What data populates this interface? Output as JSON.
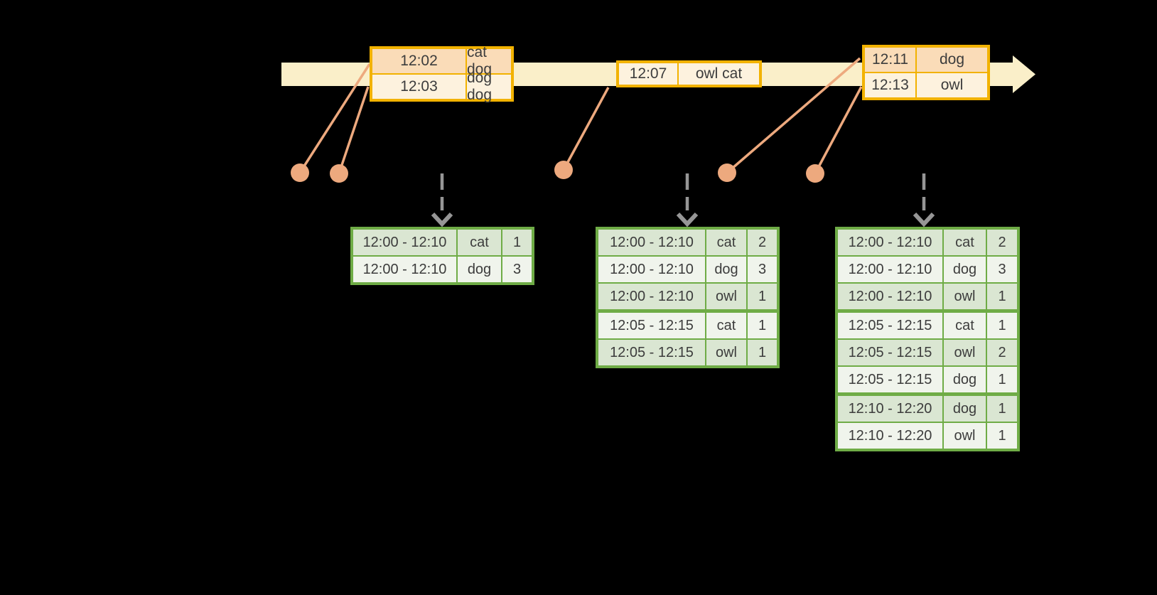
{
  "diagram": {
    "kind": "streaming-windowed-grouped-aggregation",
    "colors": {
      "background": "#000000",
      "timeline_fill": "#faefc9",
      "stream_border": "#f2b200",
      "stream_row_dark": "#fadcb8",
      "stream_row_light": "#fdf2de",
      "connector_salmon": "#eda97e",
      "trigger_gray": "#969696",
      "result_border": "#6fac46",
      "result_row_dark": "#dae6d2",
      "result_row_light": "#f0f4ec",
      "text": "#3c3c3c"
    }
  },
  "stream_tables": [
    {
      "rows": [
        {
          "time": "12:02",
          "data": "cat dog"
        },
        {
          "time": "12:03",
          "data": "dog dog"
        }
      ]
    },
    {
      "rows": [
        {
          "time": "12:07",
          "data": "owl cat"
        }
      ]
    },
    {
      "rows": [
        {
          "time": "12:11",
          "data": "dog"
        },
        {
          "time": "12:13",
          "data": "owl"
        }
      ]
    }
  ],
  "result_tables": [
    {
      "rows": [
        {
          "window": "12:00 - 12:10",
          "word": "cat",
          "count": "1"
        },
        {
          "window": "12:00 - 12:10",
          "word": "dog",
          "count": "3"
        }
      ]
    },
    {
      "rows": [
        {
          "window": "12:00 - 12:10",
          "word": "cat",
          "count": "2"
        },
        {
          "window": "12:00 - 12:10",
          "word": "dog",
          "count": "3"
        },
        {
          "window": "12:00 - 12:10",
          "word": "owl",
          "count": "1"
        },
        {
          "window": "12:05 - 12:15",
          "word": "cat",
          "count": "1"
        },
        {
          "window": "12:05 - 12:15",
          "word": "owl",
          "count": "1"
        }
      ]
    },
    {
      "rows": [
        {
          "window": "12:00 - 12:10",
          "word": "cat",
          "count": "2"
        },
        {
          "window": "12:00 - 12:10",
          "word": "dog",
          "count": "3"
        },
        {
          "window": "12:00 - 12:10",
          "word": "owl",
          "count": "1"
        },
        {
          "window": "12:05 - 12:15",
          "word": "cat",
          "count": "1"
        },
        {
          "window": "12:05 - 12:15",
          "word": "owl",
          "count": "2"
        },
        {
          "window": "12:05 - 12:15",
          "word": "dog",
          "count": "1"
        },
        {
          "window": "12:10 - 12:20",
          "word": "dog",
          "count": "1"
        },
        {
          "window": "12:10 - 12:20",
          "word": "owl",
          "count": "1"
        }
      ]
    }
  ]
}
